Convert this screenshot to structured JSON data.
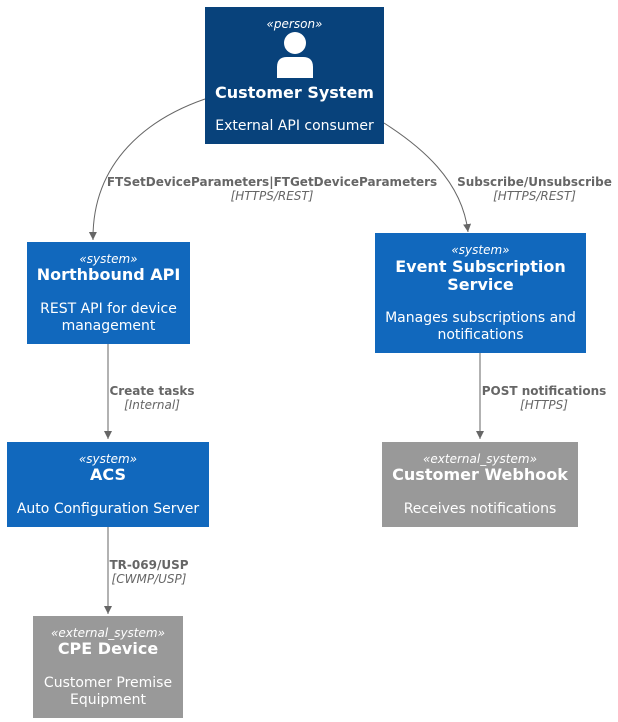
{
  "nodes": {
    "customer": {
      "stereotype": "«person»",
      "title": "Customer System",
      "description": "External API consumer"
    },
    "northbound": {
      "stereotype": "«system»",
      "title": "Northbound API",
      "description_lines": [
        "REST API for device",
        "management"
      ]
    },
    "event": {
      "stereotype": "«system»",
      "title_lines": [
        "Event Subscription",
        "Service"
      ],
      "description_lines": [
        "Manages subscriptions and",
        "notifications"
      ]
    },
    "acs": {
      "stereotype": "«system»",
      "title": "ACS",
      "description": "Auto Configuration Server"
    },
    "webhook": {
      "stereotype": "«external_system»",
      "title": "Customer Webhook",
      "description": "Receives notifications"
    },
    "cpe": {
      "stereotype": "«external_system»",
      "title": "CPE Device",
      "description_lines": [
        "Customer Premise",
        "Equipment"
      ]
    }
  },
  "edges": {
    "customer_to_northbound": {
      "label": "FTSetDeviceParameters|FTGetDeviceParameters",
      "technology": "[HTTPS/REST]"
    },
    "customer_to_event": {
      "label": "Subscribe/Unsubscribe",
      "technology": "[HTTPS/REST]"
    },
    "northbound_to_acs": {
      "label": "Create tasks",
      "technology": "[Internal]"
    },
    "event_to_webhook": {
      "label": "POST notifications",
      "technology": "[HTTPS]"
    },
    "acs_to_cpe": {
      "label": "TR-069/USP",
      "technology": "[CWMP/USP]"
    }
  },
  "colors": {
    "person": "#08427b",
    "system": "#1168bd",
    "external_system": "#999999",
    "edge": "#666666"
  }
}
